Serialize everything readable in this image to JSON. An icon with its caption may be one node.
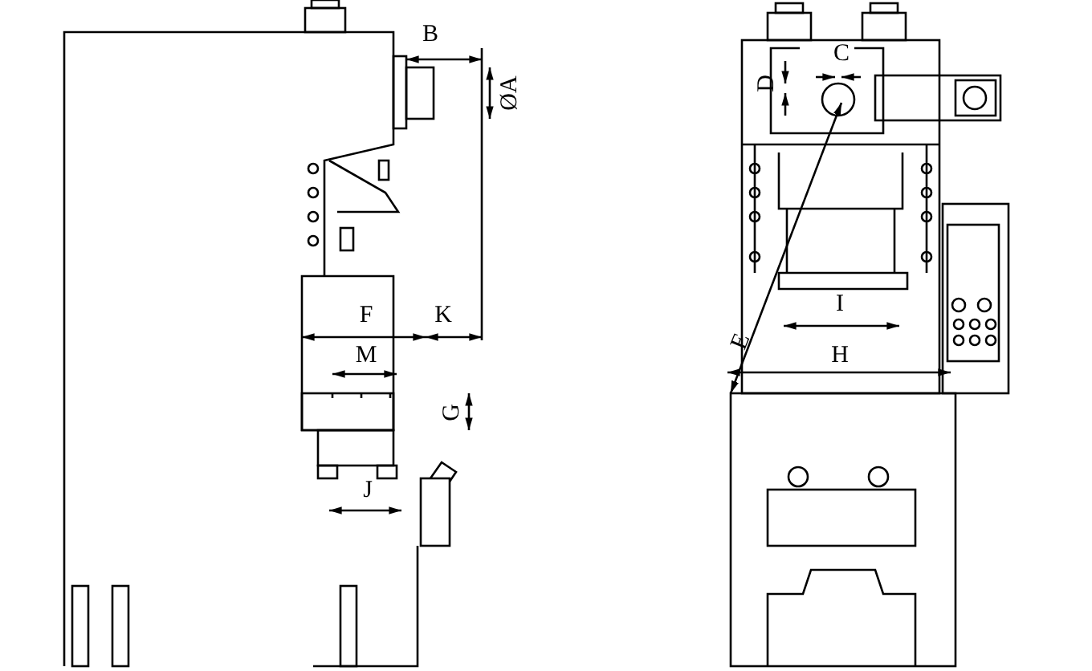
{
  "diagram": {
    "labels": [
      "B",
      "C",
      "D",
      "ØA",
      "F",
      "K",
      "E",
      "I",
      "M",
      "H",
      "G",
      "J"
    ]
  }
}
